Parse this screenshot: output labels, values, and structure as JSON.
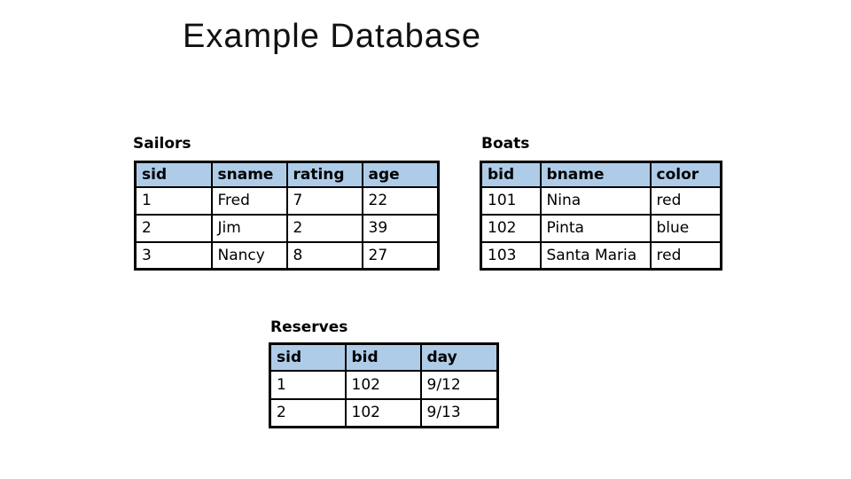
{
  "slide": {
    "title": "Example Database",
    "background": "#ffffff"
  },
  "colors": {
    "header_fill": "#aecce8",
    "table_border": "#000000",
    "title_text": "#111111"
  },
  "tables": [
    {
      "id": "sailors",
      "label": "Sailors",
      "columns": [
        "sid",
        "sname",
        "rating",
        "age"
      ],
      "rows": [
        [
          "1",
          "Fred",
          "7",
          "22"
        ],
        [
          "2",
          "Jim",
          "2",
          "39"
        ],
        [
          "3",
          "Nancy",
          "8",
          "27"
        ]
      ]
    },
    {
      "id": "boats",
      "label": "Boats",
      "columns": [
        "bid",
        "bname",
        "color"
      ],
      "rows": [
        [
          "101",
          "Nina",
          "red"
        ],
        [
          "102",
          "Pinta",
          "blue"
        ],
        [
          "103",
          "Santa Maria",
          "red"
        ]
      ]
    },
    {
      "id": "reserves",
      "label": "Reserves",
      "columns": [
        "sid",
        "bid",
        "day"
      ],
      "rows": [
        [
          "1",
          "102",
          "9/12"
        ],
        [
          "2",
          "102",
          "9/13"
        ]
      ]
    }
  ]
}
